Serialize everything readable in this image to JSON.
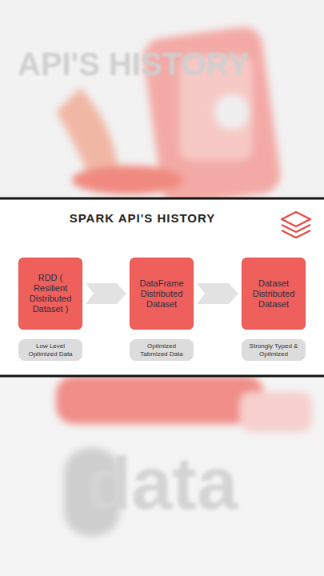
{
  "diagram": {
    "title": "SPARK API'S HISTORY",
    "nodes": [
      {
        "text": [
          "RDD ( Resilient Distributed Dataset )"
        ]
      },
      {
        "text": [
          "DataFrame Distributed Dataset"
        ]
      },
      {
        "text": [
          "Dataset Distributed Dataset"
        ]
      },
      {
        "text": [
          "Low Level Optimized Data"
        ]
      },
      {
        "text": [
          "Optimized Tabmized Data"
        ]
      },
      {
        "text": [
          "Strongly Typed & Optimized"
        ]
      }
    ],
    "edges": [
      {
        "from": 0,
        "to": 1,
        "arrow": "to"
      },
      {
        "from": 1,
        "to": 2,
        "arrow": "to"
      }
    ],
    "labels": [
      "API'S HISTORY",
      "data"
    ]
  }
}
